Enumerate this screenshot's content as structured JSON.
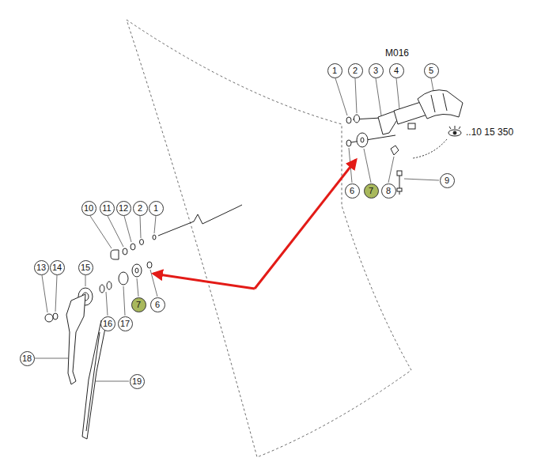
{
  "diagram": {
    "nodes": [
      {
        "text": [
          "1"
        ]
      },
      {
        "text": [
          "2"
        ]
      },
      {
        "text": [
          "3"
        ]
      },
      {
        "text": [
          "4"
        ]
      },
      {
        "text": [
          "5"
        ]
      },
      {
        "text": [
          "6"
        ]
      },
      {
        "text": [
          "7"
        ]
      },
      {
        "text": [
          "8"
        ]
      },
      {
        "text": [
          "9"
        ]
      },
      {
        "text": [
          "10"
        ]
      },
      {
        "text": [
          "11"
        ]
      },
      {
        "text": [
          "12"
        ]
      },
      {
        "text": [
          "2"
        ]
      },
      {
        "text": [
          "1"
        ]
      },
      {
        "text": [
          "13"
        ]
      },
      {
        "text": [
          "14"
        ]
      },
      {
        "text": [
          "15"
        ]
      },
      {
        "text": [
          "7"
        ]
      },
      {
        "text": [
          "6"
        ]
      },
      {
        "text": [
          "16"
        ]
      },
      {
        "text": [
          "17"
        ]
      },
      {
        "text": [
          "18"
        ]
      },
      {
        "text": [
          "19"
        ]
      }
    ],
    "labels": [
      "M016",
      "..10 15 350"
    ]
  }
}
